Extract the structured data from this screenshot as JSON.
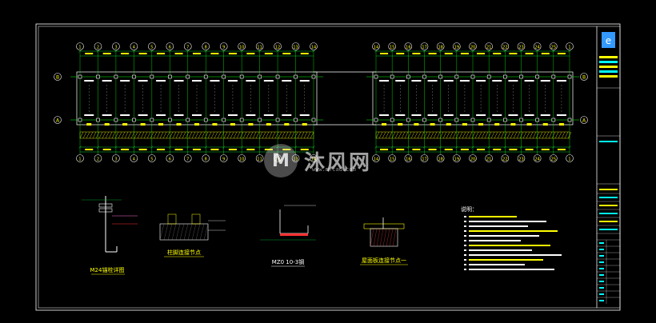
{
  "colors": {
    "frame": "#ffffff",
    "grid_green": "#00ff00",
    "dim_green": "#00cc33",
    "wall": "#ffffff",
    "axis_circle": "#ffffff",
    "axis_text": "#ffff00",
    "hatch": "#ffff00",
    "title_cyan": "#00ffff",
    "title_yellow": "#ffff00",
    "red": "#ff3333",
    "magenta": "#ff66cc"
  },
  "top_axis_labels": [
    "1",
    "2",
    "3",
    "4",
    "5",
    "6",
    "7",
    "8",
    "9",
    "10",
    "11",
    "12",
    "13",
    "14",
    "15",
    "16",
    "17",
    "18",
    "19",
    "20",
    "21",
    "22",
    "23",
    "24",
    "25"
  ],
  "row_axis_labels": [
    "B",
    "A"
  ],
  "watermark": {
    "logo_glyph": "M",
    "text": "沐风网",
    "url": "www.mfcad.com"
  },
  "detail_labels": [
    "M24锚栓详图",
    "柱脚连接节点",
    "MZ0 10-3钢",
    "屋面板连接节点一"
  ],
  "notes_title": "说明："
}
